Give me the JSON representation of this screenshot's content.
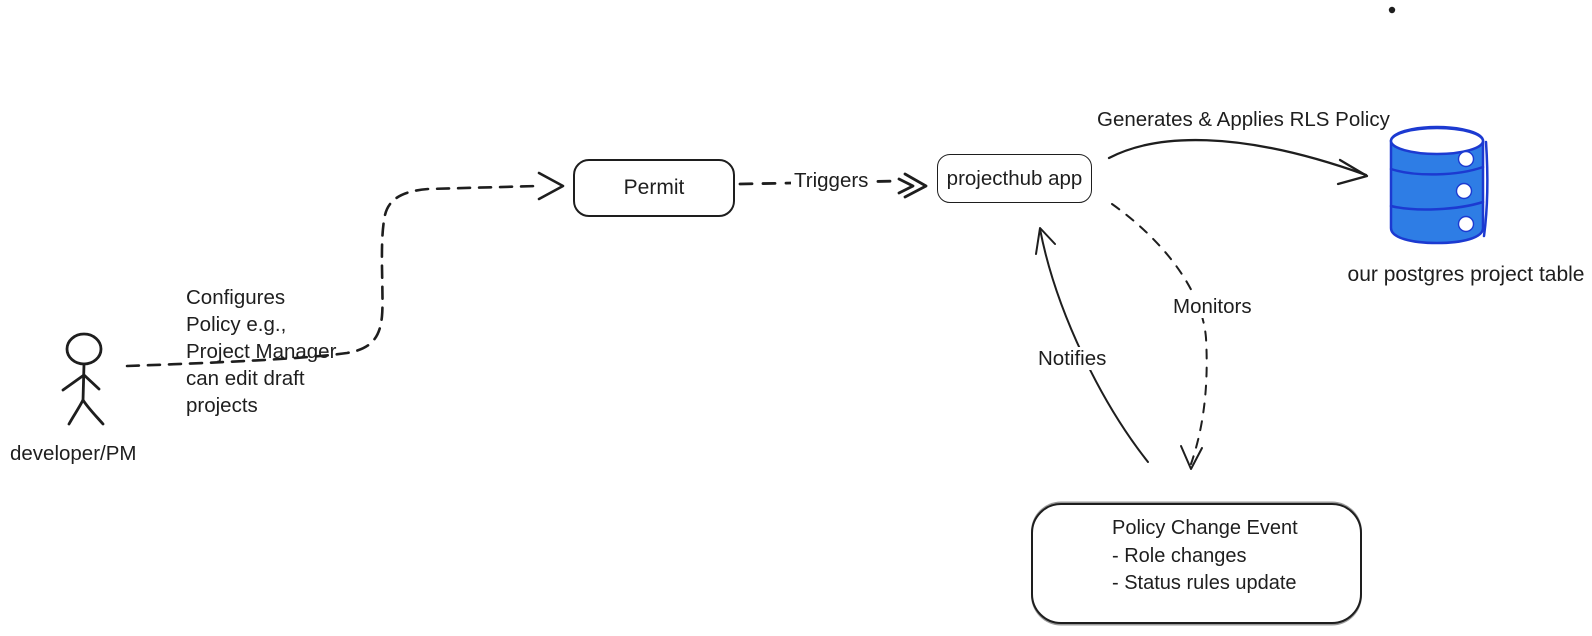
{
  "colors": {
    "ink": "#1e1e1e",
    "database_fill": "#2e7de5",
    "database_stroke": "#1c3ad1",
    "background": "#ffffff",
    "sketch_gray": "#9a9a9a"
  },
  "actor": {
    "label": "developer/PM",
    "icon": "stick-figure-icon"
  },
  "nodes": {
    "permit": {
      "label": "Permit"
    },
    "projecthub": {
      "label": "projecthub app"
    },
    "postgres": {
      "label": "our postgres project table",
      "icon": "database-cylinder-icon"
    },
    "policy_event": {
      "text": "Policy Change Event\n- Role changes\n- Status rules update"
    }
  },
  "edges": {
    "configures": {
      "label": "Configures\nPolicy e.g.,\nProject Manager\ncan edit draft\nprojects",
      "style": "dashed",
      "from": "developer/PM",
      "to": "Permit"
    },
    "triggers": {
      "label": "Triggers",
      "style": "dashed",
      "from": "Permit",
      "to": "projecthub app"
    },
    "generates": {
      "label": "Generates & Applies RLS Policy",
      "style": "solid",
      "from": "projecthub app",
      "to": "our postgres project table"
    },
    "monitors": {
      "label": "Monitors",
      "style": "dashed",
      "from": "projecthub app",
      "to": "Policy Change Event"
    },
    "notifies": {
      "label": "Notifies",
      "style": "solid",
      "from": "Policy Change Event",
      "to": "projecthub app"
    }
  },
  "icons": [
    "stick-figure-icon",
    "database-cylinder-icon",
    "dot-mark"
  ]
}
